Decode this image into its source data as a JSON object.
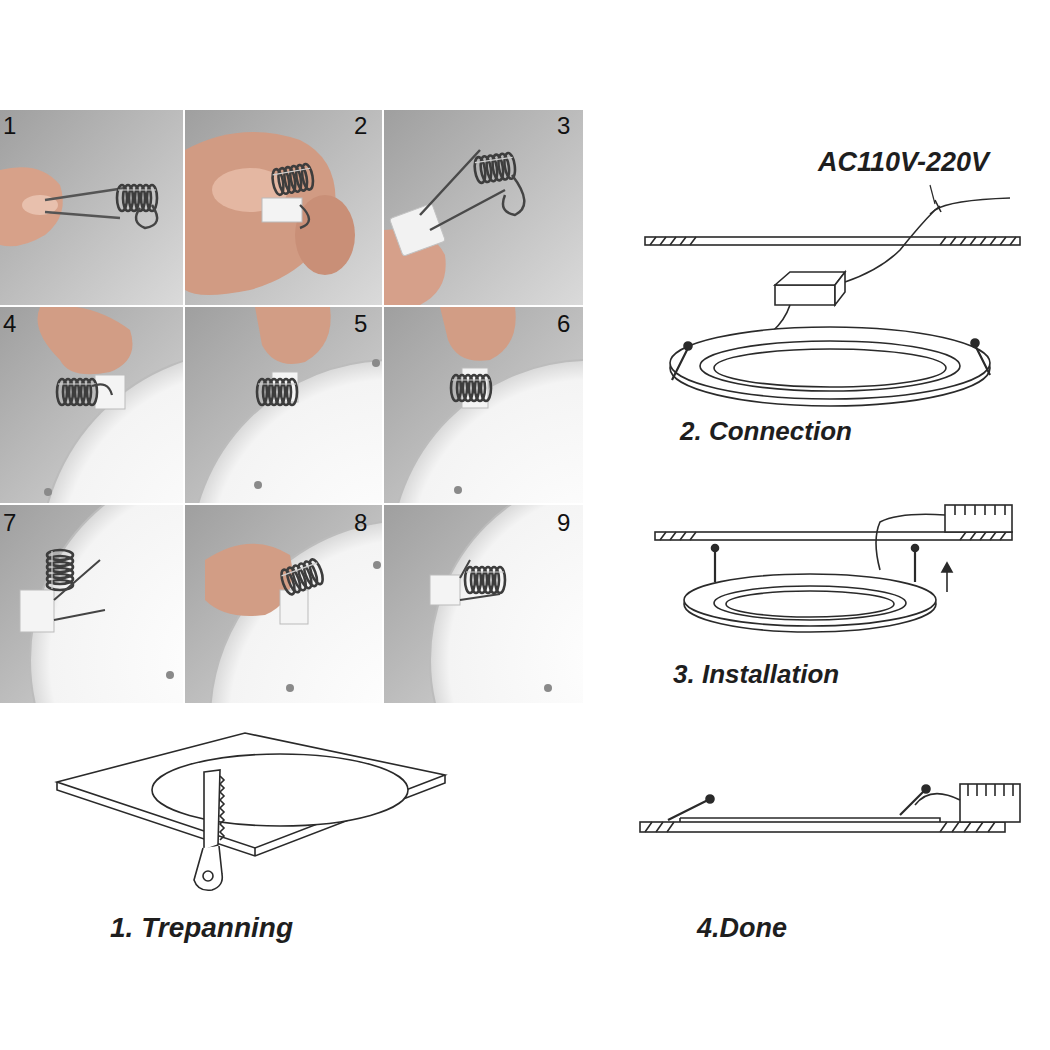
{
  "diagram": {
    "labels": [
      "1",
      "2",
      "3",
      "4",
      "5",
      "6",
      "7",
      "8",
      "9",
      "AC110V-220V",
      "2. Connection",
      "3. Installation",
      "1. Trepanning",
      "4.Done"
    ]
  }
}
